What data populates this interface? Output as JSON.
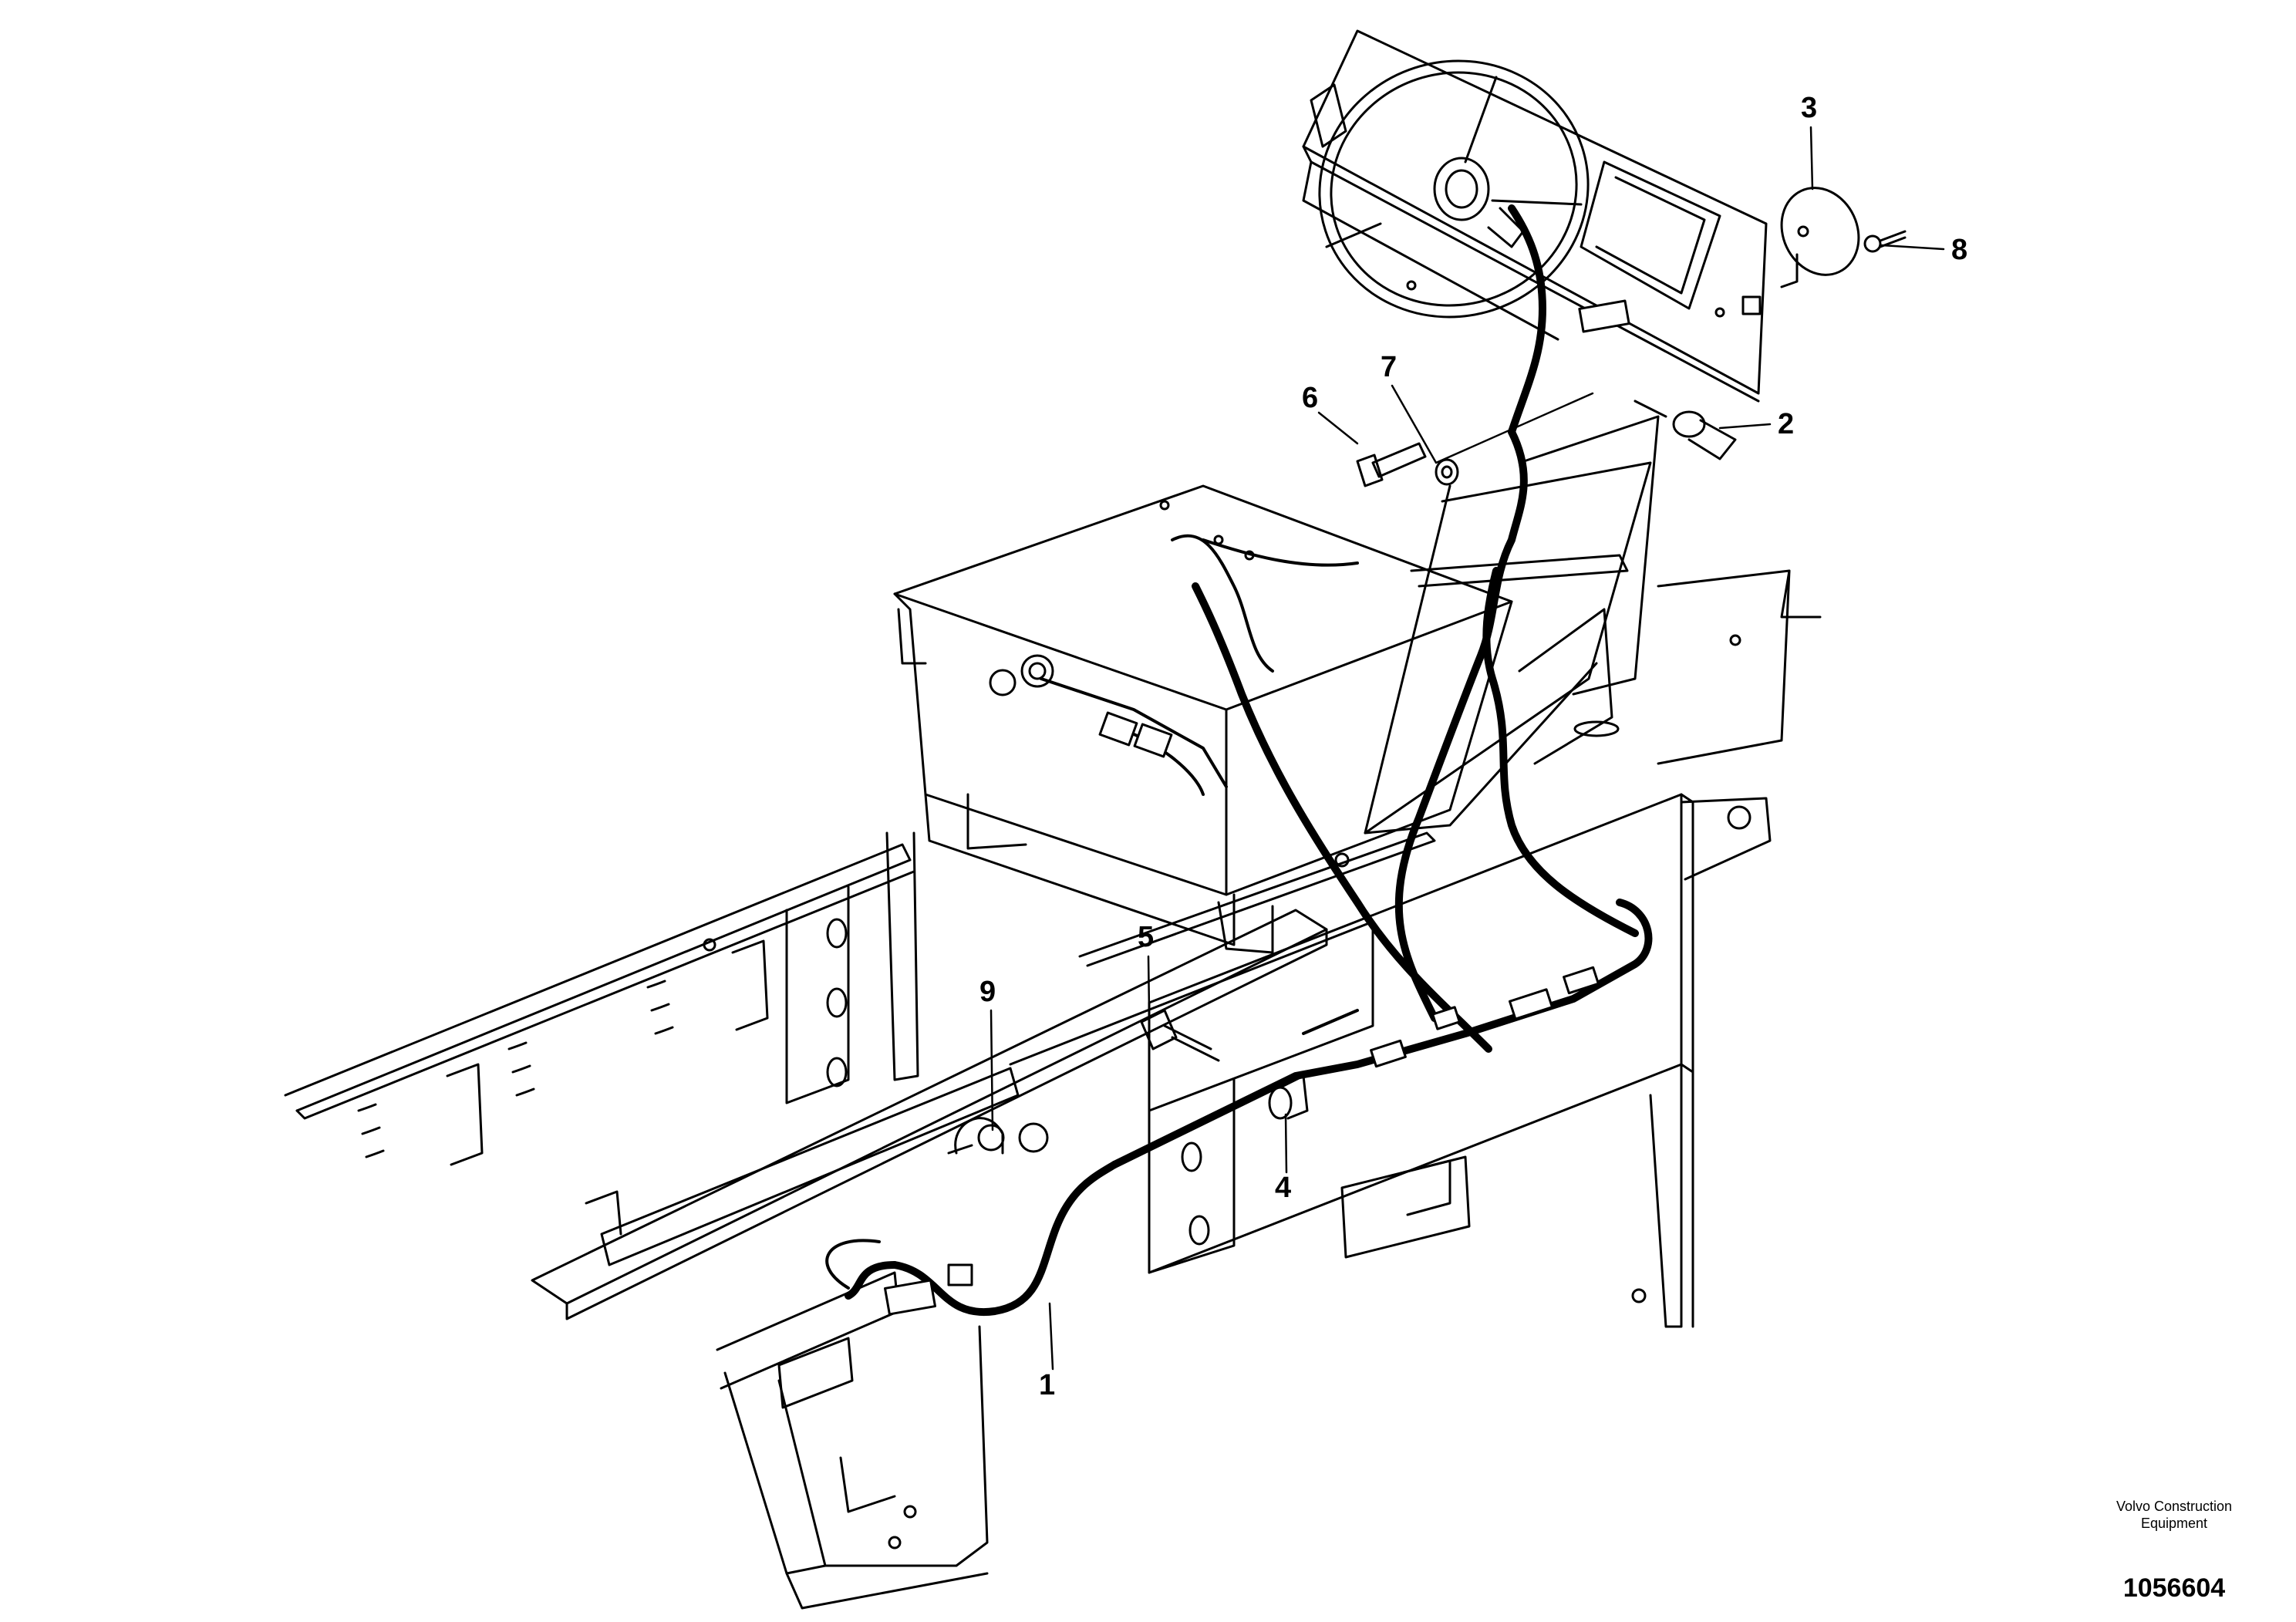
{
  "callouts": [
    {
      "id": "1",
      "label": "1"
    },
    {
      "id": "2",
      "label": "2"
    },
    {
      "id": "3",
      "label": "3"
    },
    {
      "id": "4",
      "label": "4"
    },
    {
      "id": "5",
      "label": "5"
    },
    {
      "id": "6",
      "label": "6"
    },
    {
      "id": "7",
      "label": "7"
    },
    {
      "id": "8",
      "label": "8"
    },
    {
      "id": "9",
      "label": "9"
    }
  ],
  "footer": {
    "brand_line1": "Volvo Construction",
    "brand_line2": "Equipment",
    "document_number": "1056604"
  }
}
